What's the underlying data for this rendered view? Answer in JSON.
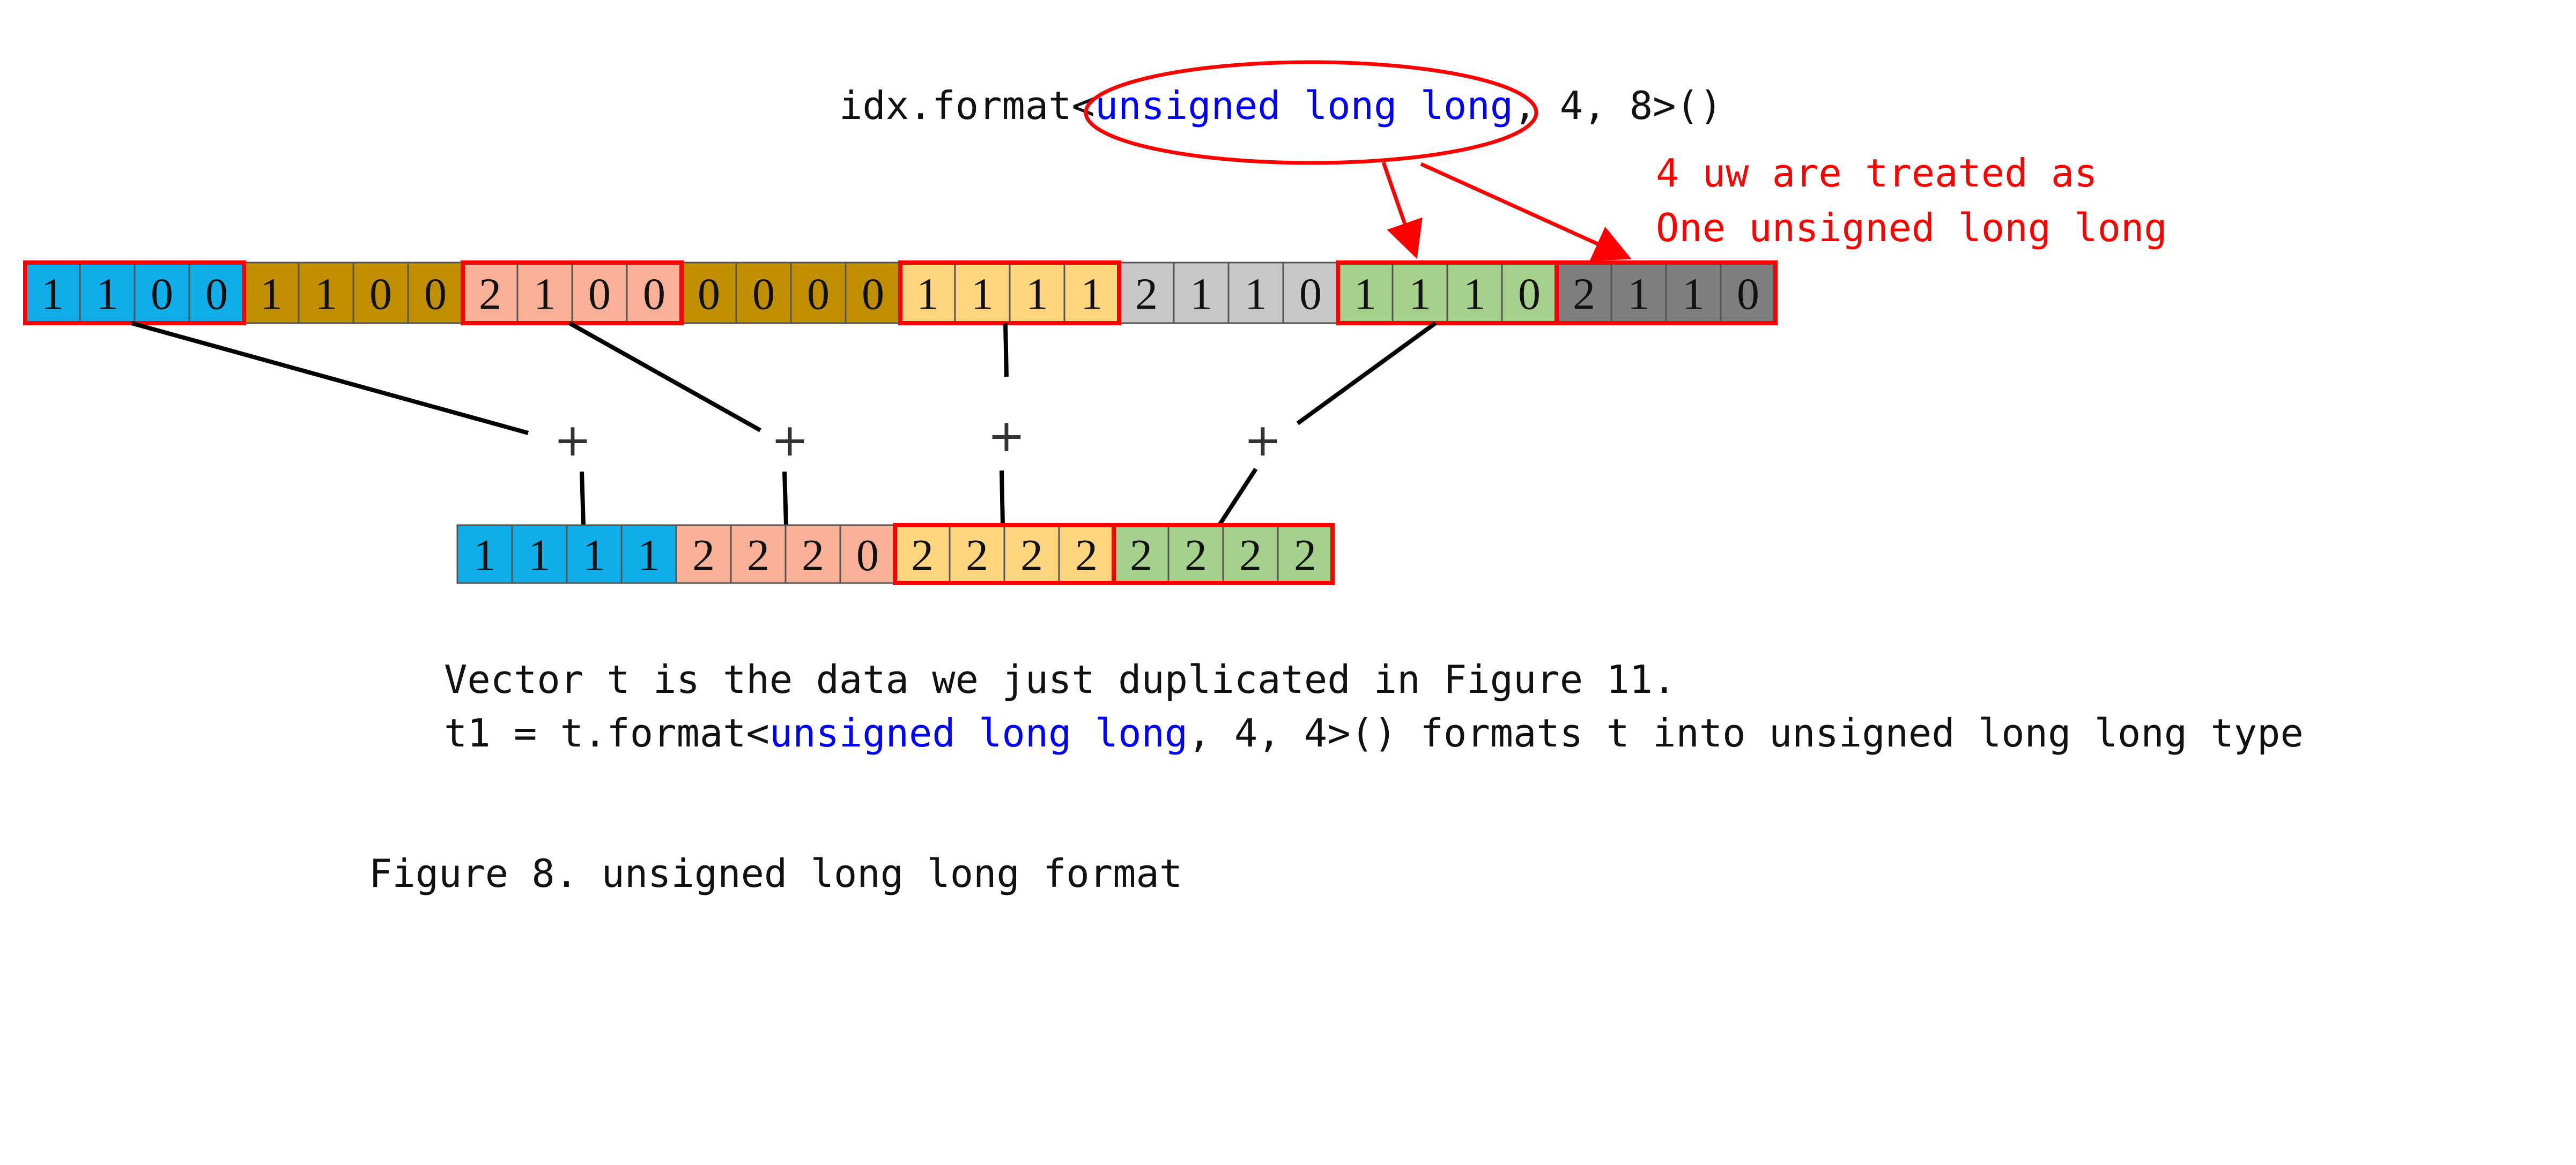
{
  "header": {
    "prefix": "idx.format<",
    "keyword": "unsigned long long",
    "suffix": ", 4, 8>()"
  },
  "annotation": {
    "line1": "4 uw are treated as",
    "line2": "One unsigned long long"
  },
  "top_row": [
    {
      "v": "1",
      "c": "#10aee8"
    },
    {
      "v": "1",
      "c": "#10aee8"
    },
    {
      "v": "0",
      "c": "#10aee8"
    },
    {
      "v": "0",
      "c": "#10aee8"
    },
    {
      "v": "1",
      "c": "#bf8f00"
    },
    {
      "v": "1",
      "c": "#bf8f00"
    },
    {
      "v": "0",
      "c": "#bf8f00"
    },
    {
      "v": "0",
      "c": "#bf8f00"
    },
    {
      "v": "2",
      "c": "#f8b196"
    },
    {
      "v": "1",
      "c": "#f8b196"
    },
    {
      "v": "0",
      "c": "#f8b196"
    },
    {
      "v": "0",
      "c": "#f8b196"
    },
    {
      "v": "0",
      "c": "#bf8f00"
    },
    {
      "v": "0",
      "c": "#bf8f00"
    },
    {
      "v": "0",
      "c": "#bf8f00"
    },
    {
      "v": "0",
      "c": "#bf8f00"
    },
    {
      "v": "1",
      "c": "#ffd57f"
    },
    {
      "v": "1",
      "c": "#ffd57f"
    },
    {
      "v": "1",
      "c": "#ffd57f"
    },
    {
      "v": "1",
      "c": "#ffd57f"
    },
    {
      "v": "2",
      "c": "#c8c8c8"
    },
    {
      "v": "1",
      "c": "#c8c8c8"
    },
    {
      "v": "1",
      "c": "#c8c8c8"
    },
    {
      "v": "0",
      "c": "#c8c8c8"
    },
    {
      "v": "1",
      "c": "#a6d18c"
    },
    {
      "v": "1",
      "c": "#a6d18c"
    },
    {
      "v": "1",
      "c": "#a6d18c"
    },
    {
      "v": "0",
      "c": "#a6d18c"
    },
    {
      "v": "2",
      "c": "#7f7f7f"
    },
    {
      "v": "1",
      "c": "#7f7f7f"
    },
    {
      "v": "1",
      "c": "#7f7f7f"
    },
    {
      "v": "0",
      "c": "#7f7f7f"
    }
  ],
  "bottom_row": [
    {
      "v": "1",
      "c": "#10aee8"
    },
    {
      "v": "1",
      "c": "#10aee8"
    },
    {
      "v": "1",
      "c": "#10aee8"
    },
    {
      "v": "1",
      "c": "#10aee8"
    },
    {
      "v": "2",
      "c": "#f8b196"
    },
    {
      "v": "2",
      "c": "#f8b196"
    },
    {
      "v": "2",
      "c": "#f8b196"
    },
    {
      "v": "0",
      "c": "#f8b196"
    },
    {
      "v": "2",
      "c": "#ffd57f"
    },
    {
      "v": "2",
      "c": "#ffd57f"
    },
    {
      "v": "2",
      "c": "#ffd57f"
    },
    {
      "v": "2",
      "c": "#ffd57f"
    },
    {
      "v": "2",
      "c": "#a6d18c"
    },
    {
      "v": "2",
      "c": "#a6d18c"
    },
    {
      "v": "2",
      "c": "#a6d18c"
    },
    {
      "v": "2",
      "c": "#a6d18c"
    }
  ],
  "plus_symbol": "+",
  "description": {
    "line1": "Vector t is the data we just duplicated in Figure 11.",
    "line2_prefix": "t1 = t.format<",
    "line2_keyword": "unsigned long long",
    "line2_suffix": ", 4, 4>() formats t into unsigned long long type"
  },
  "caption": "Figure 8. unsigned long long format",
  "colors": {
    "highlight_border": "#ff0000",
    "keyword": "#0000ff",
    "connector": "#000000"
  }
}
